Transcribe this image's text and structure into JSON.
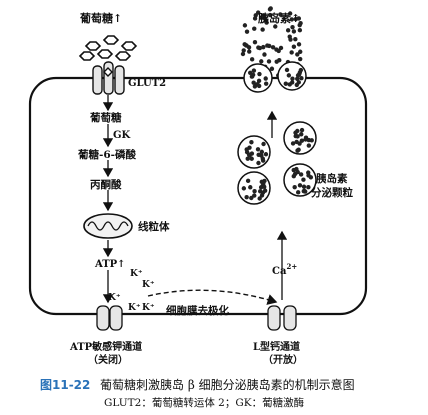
{
  "labels": {
    "glucose_up": "葡萄糖↑",
    "glut2": "GLUT2",
    "glucose": "葡萄糖",
    "gk": "GK",
    "g6p": "葡糖-6-磷酸",
    "pyruvate": "丙酮酸",
    "mitochondria": "线粒体",
    "atp_up": "ATP↑",
    "k1": "K⁺",
    "k2": "K⁺",
    "k3": "K⁺",
    "k4": "K⁺",
    "k5": "K⁺",
    "depolarization": "细胞膜去极化",
    "katp_line1": "ATP敏感钾通道",
    "katp_line2": "（关闭）",
    "ca_line1": "L型钙通道",
    "ca_line2": "（开放）",
    "calcium_base": "Ca",
    "calcium_sup": "2+",
    "insulin_up": "胰岛素↑",
    "granules_line1": "胰岛素",
    "granules_line2": "分泌颗粒"
  },
  "caption": {
    "number": "图11-22",
    "title": "葡萄糖刺激胰岛 β 细胞分泌胰岛素的机制示意图",
    "note": "GLUT2：葡萄糖转运体 2；GK：葡糖激酶"
  }
}
